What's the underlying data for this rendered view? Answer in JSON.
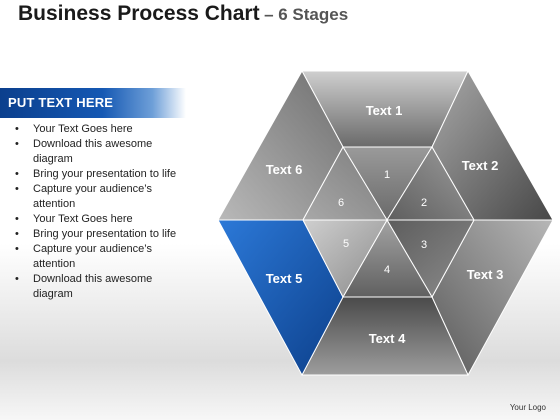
{
  "title": {
    "main": "Business Process Chart",
    "sub": "– 6 Stages"
  },
  "sidebar": {
    "header": "PUT TEXT HERE",
    "bullets": [
      "Your Text Goes here",
      "Download this awesome diagram",
      "Bring your presentation to life",
      "Capture your audience’s attention",
      "Your Text Goes here",
      "Bring your presentation to life",
      "Capture your audience’s attention",
      "Download this awesome diagram"
    ]
  },
  "diagram": {
    "segments": [
      "Text 1",
      "Text 2",
      "Text 3",
      "Text 4",
      "Text 5",
      "Text 6"
    ],
    "numbers": [
      "1",
      "2",
      "3",
      "4",
      "5",
      "6"
    ],
    "highlight_color": "#1a5fbf"
  },
  "footer": {
    "logo": "Your Logo"
  }
}
